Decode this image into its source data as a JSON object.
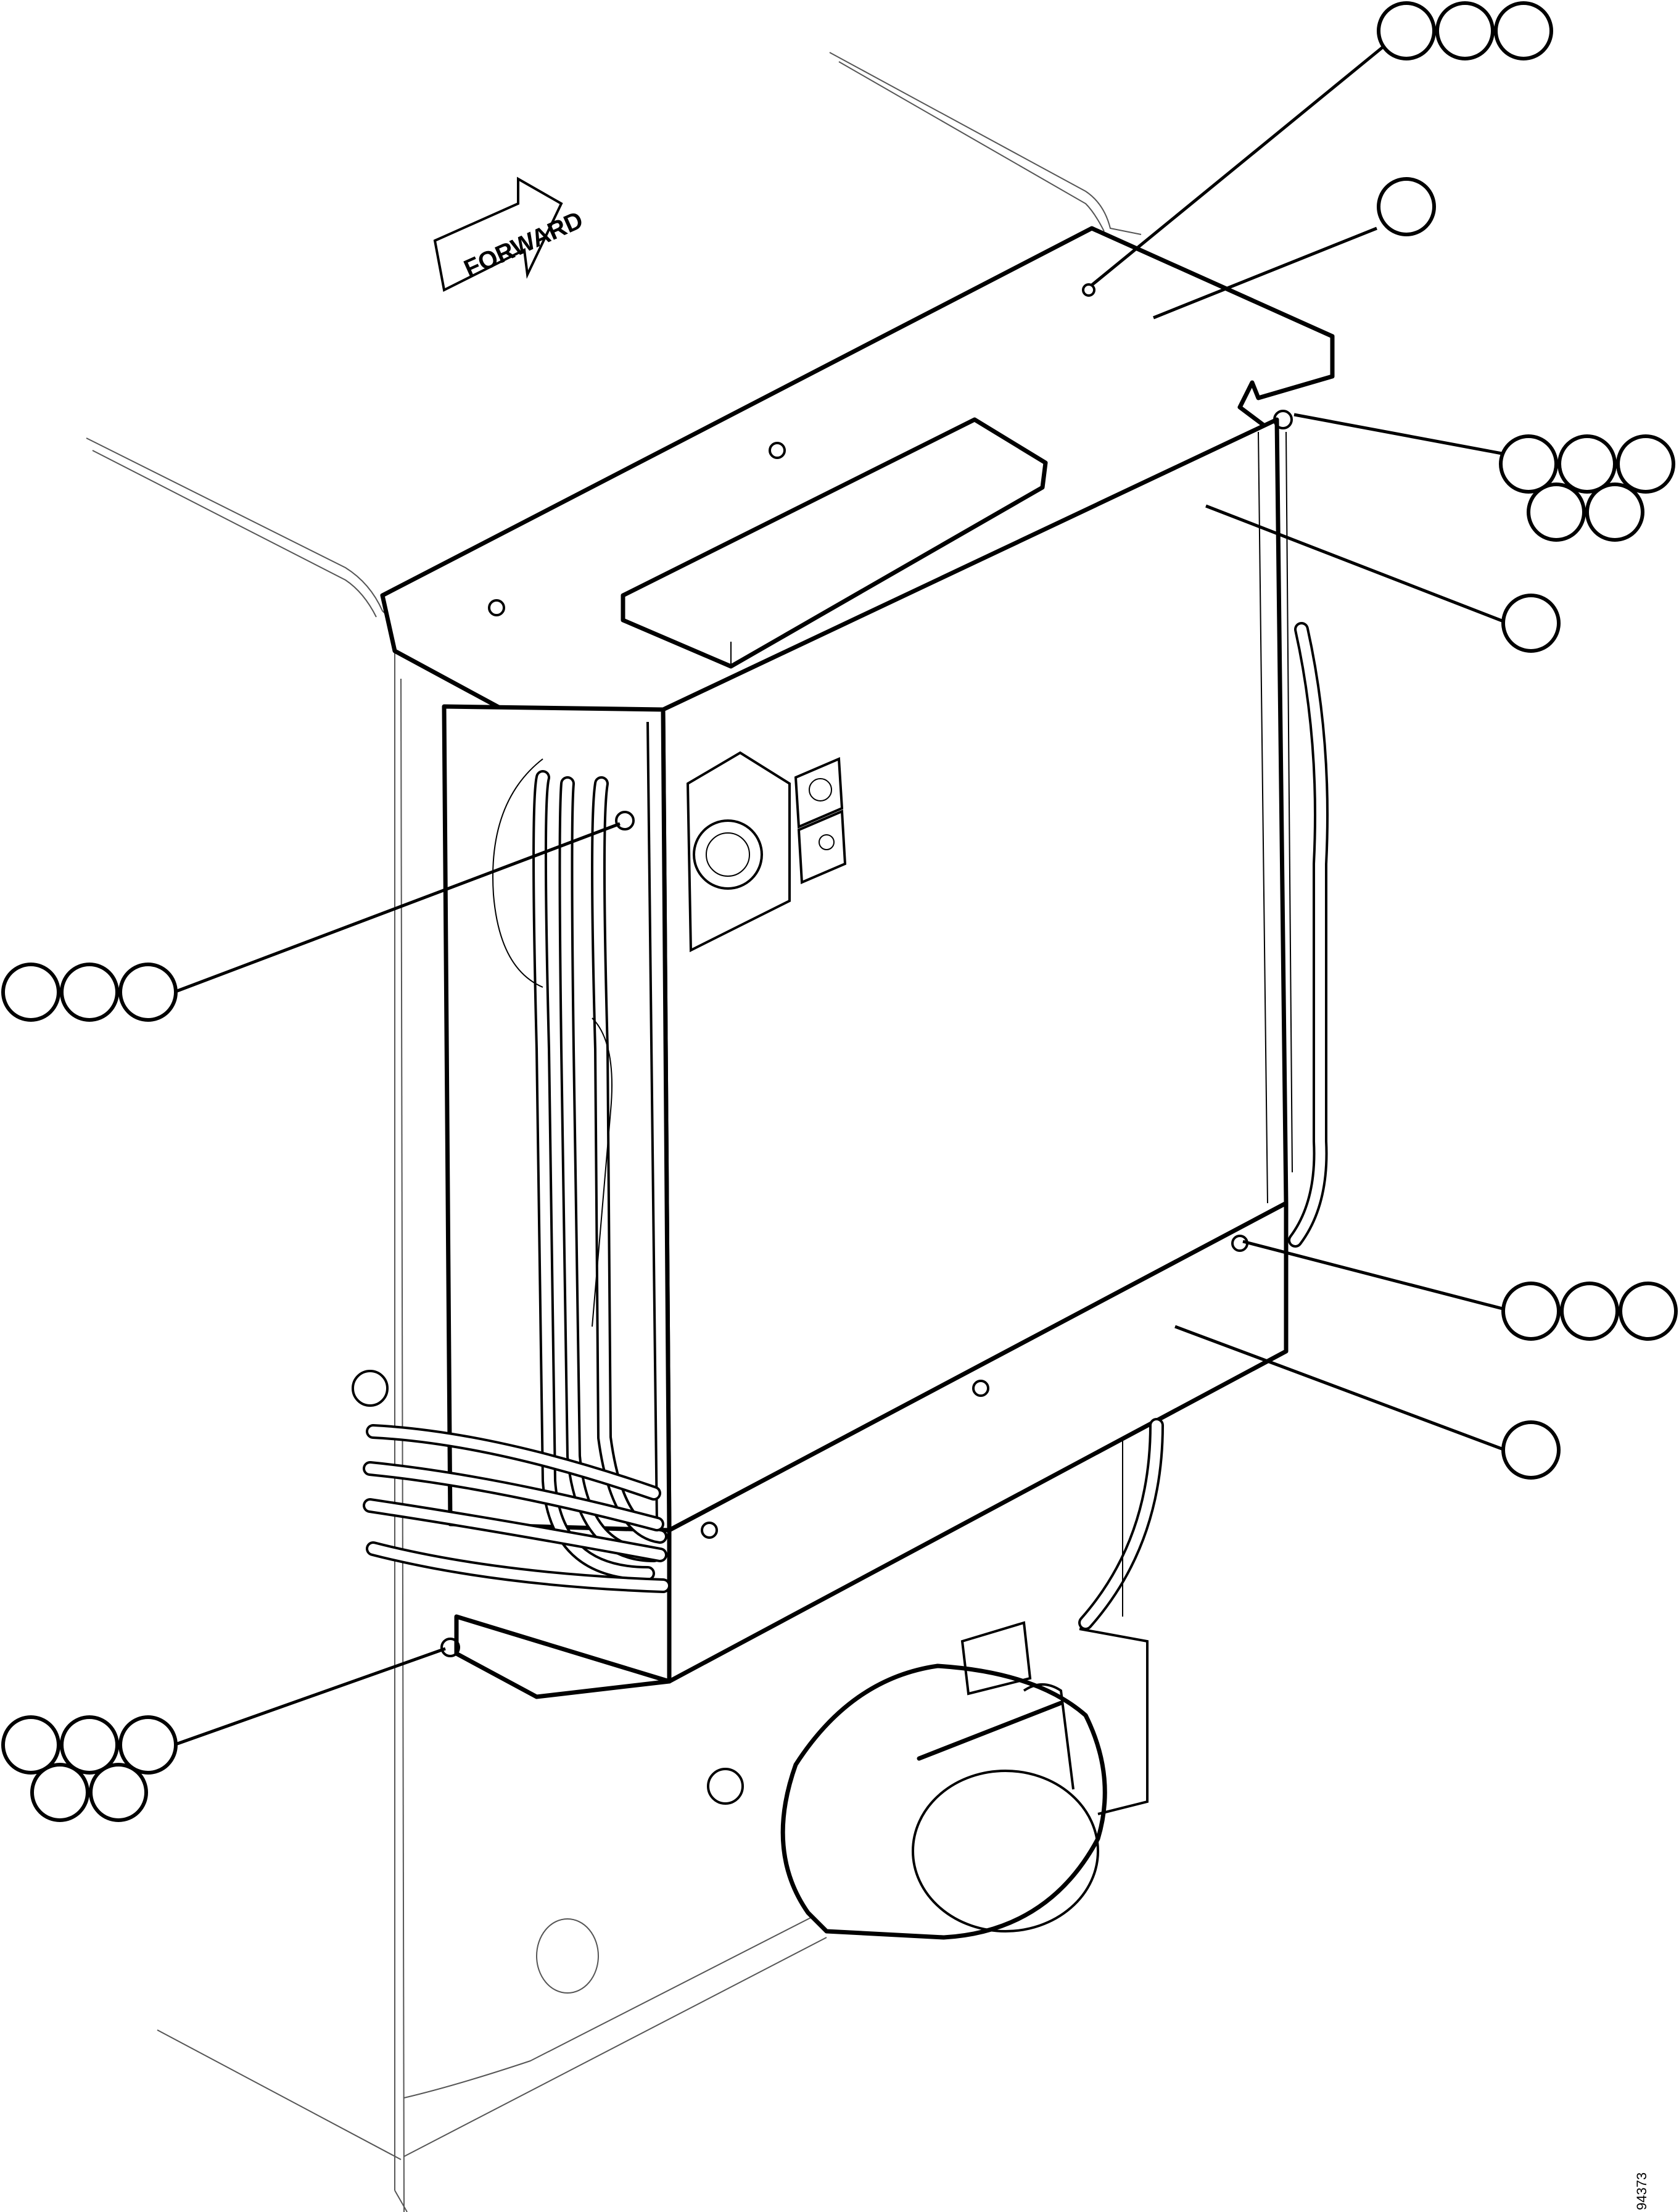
{
  "figure": {
    "direction_arrow_label": "FORWARD",
    "drawing_number": "94373",
    "callout_groups": [
      {
        "id": "top-hardware",
        "balloons": 3
      },
      {
        "id": "top-cover",
        "balloons": 1
      },
      {
        "id": "right-upper-fittings",
        "balloons": 5
      },
      {
        "id": "side-panel",
        "balloons": 1
      },
      {
        "id": "left-fitting",
        "balloons": 3
      },
      {
        "id": "lower-hardware",
        "balloons": 3
      },
      {
        "id": "bottom-panel",
        "balloons": 1
      },
      {
        "id": "bottom-left-fittings",
        "balloons": 5
      }
    ]
  }
}
